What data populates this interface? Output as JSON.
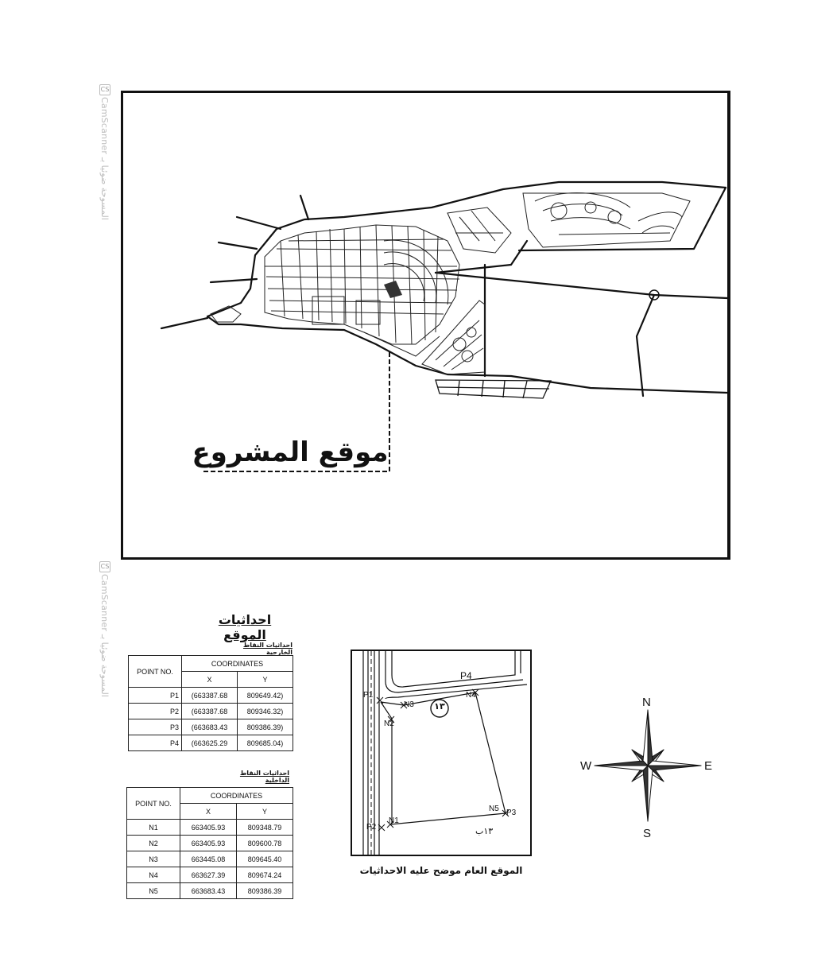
{
  "watermark": {
    "top_text": "CamScanner المسوحة ضوئيا بـ",
    "bottom_text": "CamScanner المسوحة ضوئيا بـ",
    "badge": "CS"
  },
  "location_map": {
    "project_label": "موقع المشروع"
  },
  "coordinates_section": {
    "title": "احداثيات الموقع",
    "outer_subtitle": "احداثيات النقاط الخارجية",
    "inner_subtitle": "احداثيات النقاط الداخلية",
    "outer_table": {
      "header_point": "POINT NO.",
      "header_coords": "COORDINATES",
      "header_x": "X",
      "header_y": "Y",
      "rows": [
        {
          "point": "P1",
          "x": "(663387.68",
          "y": "809649.42)"
        },
        {
          "point": "P2",
          "x": "(663387.68",
          "y": "809346.32)"
        },
        {
          "point": "P3",
          "x": "(663683.43",
          "y": "809386.39)"
        },
        {
          "point": "P4",
          "x": "(663625.29",
          "y": "809685.04)"
        }
      ]
    },
    "inner_table": {
      "header_point": "POINT NO.",
      "header_coords": "COORDINATES",
      "header_x": "X",
      "header_y": "Y",
      "rows": [
        {
          "point": "N1",
          "x": "663405.93",
          "y": "809348.79"
        },
        {
          "point": "N2",
          "x": "663405.93",
          "y": "809600.78"
        },
        {
          "point": "N3",
          "x": "663445.08",
          "y": "809645.40"
        },
        {
          "point": "N4",
          "x": "663627.39",
          "y": "809674.24"
        },
        {
          "point": "N5",
          "x": "663683.43",
          "y": "809386.39"
        }
      ]
    }
  },
  "site_plan": {
    "caption": "الموقع العام موضح عليه الاحداثيات",
    "plot_badge": "١٣",
    "plot_label": "١٣ب",
    "labels": {
      "P1": "P1",
      "P2": "P2",
      "P3": "P3",
      "P4": "P4",
      "N1": "N1",
      "N2": "N2",
      "N3": "N3",
      "N4": "N4",
      "N5": "N5"
    }
  },
  "compass": {
    "north": "N",
    "south": "S",
    "east": "E",
    "west": "W"
  }
}
